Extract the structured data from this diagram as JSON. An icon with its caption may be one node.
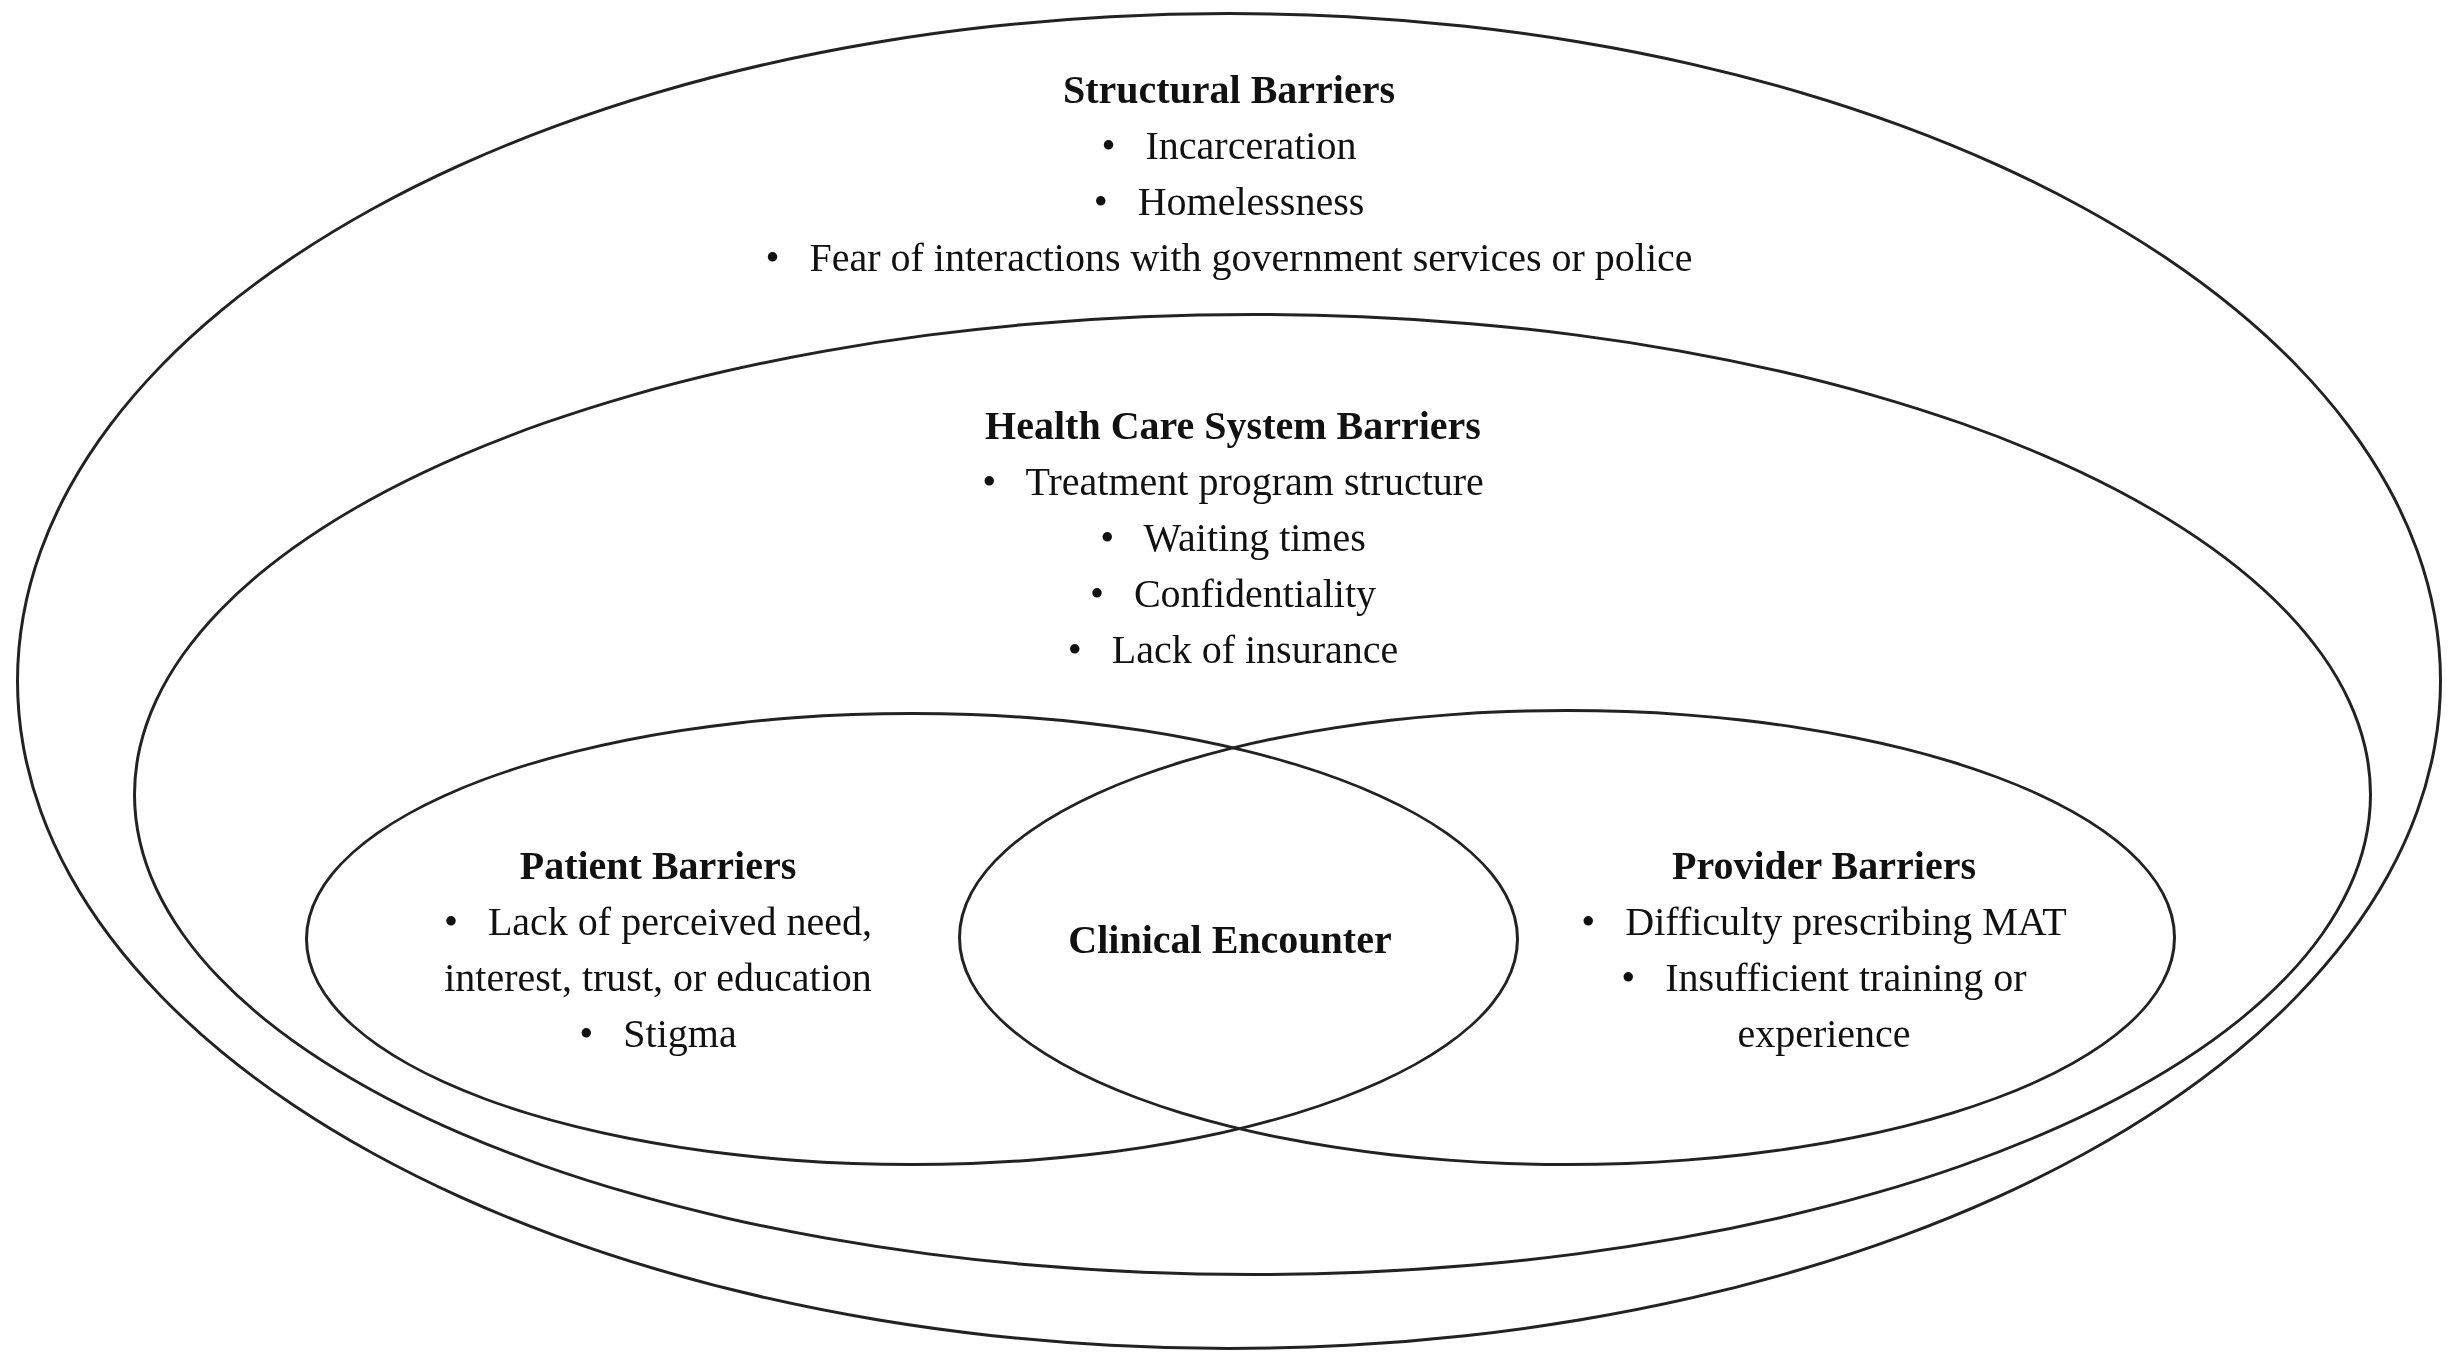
{
  "diagram": {
    "nodes": [
      {
        "text": [
          "Structural Barriers",
          "•   Incarceration",
          "•   Homelessness",
          "•   Fear of interactions with government services or police"
        ]
      },
      {
        "text": [
          "Health Care System Barriers",
          "•   Treatment program structure",
          "•   Waiting times",
          "•   Confidentiality",
          "•   Lack of insurance"
        ],
        "in": 0
      },
      {
        "text": [
          "Patient Barriers",
          "•   Lack of perceived need, interest, trust, or education",
          "•   Stigma"
        ],
        "in": 1
      },
      {
        "text": [
          "Clinical Encounter"
        ]
      },
      {
        "text": [
          "Provider Barriers",
          "•   Difficulty prescribing MAT",
          "•   Insufficient training or experience"
        ],
        "in": 1
      }
    ]
  }
}
